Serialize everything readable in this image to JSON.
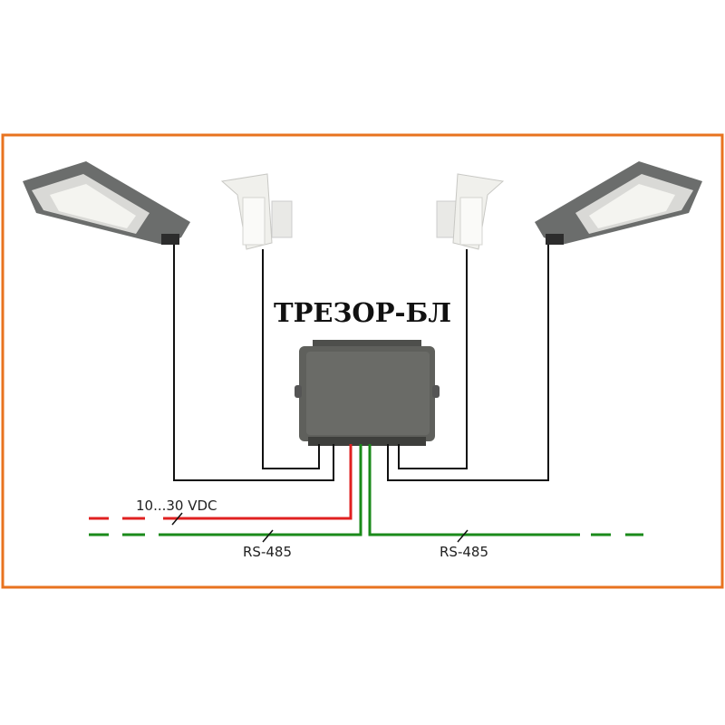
{
  "title": "ТРЕЗОР-БЛ",
  "power_label": "10...30 VDC",
  "bus_label_left": "RS-485",
  "bus_label_right": "RS-485",
  "colors": {
    "frame": "#e8731f",
    "power": "#e02020",
    "bus": "#1a8a1a",
    "wire": "#111111",
    "box": "#5f605c"
  }
}
